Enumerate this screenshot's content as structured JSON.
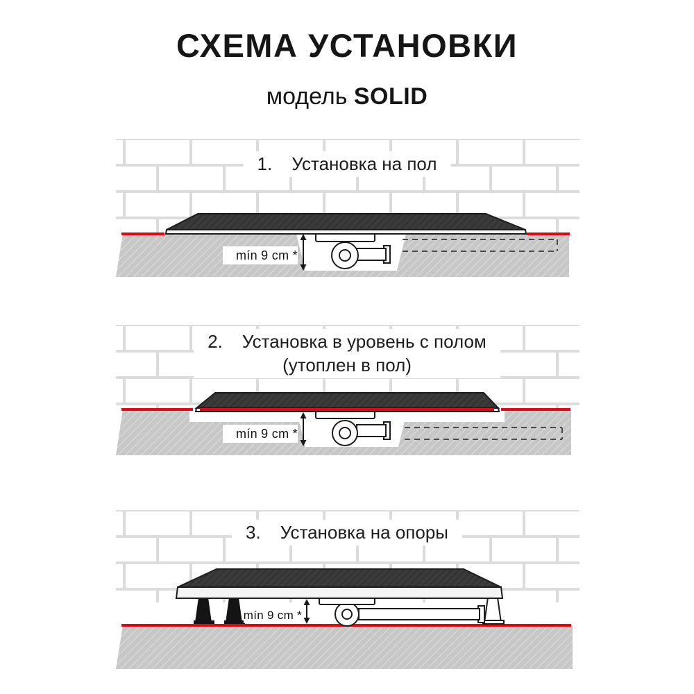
{
  "page": {
    "title": "СХЕМА УСТАНОВКИ",
    "subtitle": {
      "prefix": "модель",
      "model": "SOLID"
    }
  },
  "sections": [
    {
      "number": "1.",
      "title": "Установка на пол",
      "min_depth_label": "mín 9 cm *"
    },
    {
      "number": "2.",
      "title": "Установка в уровень с полом",
      "subtitle": "(утоплен в пол)",
      "min_depth_label": "mín 9 cm *"
    },
    {
      "number": "3.",
      "title": "Установка на опоры",
      "min_depth_label": "mín 9 cm *"
    }
  ],
  "colors": {
    "accent_red": "#e30613",
    "floor_gray": "#c7c7c7",
    "floor_hatch_line": "#dedede",
    "tile_grout": "#dcdcdc",
    "tray_dark": "#3a3a3a",
    "outline": "#1c1c1c"
  }
}
